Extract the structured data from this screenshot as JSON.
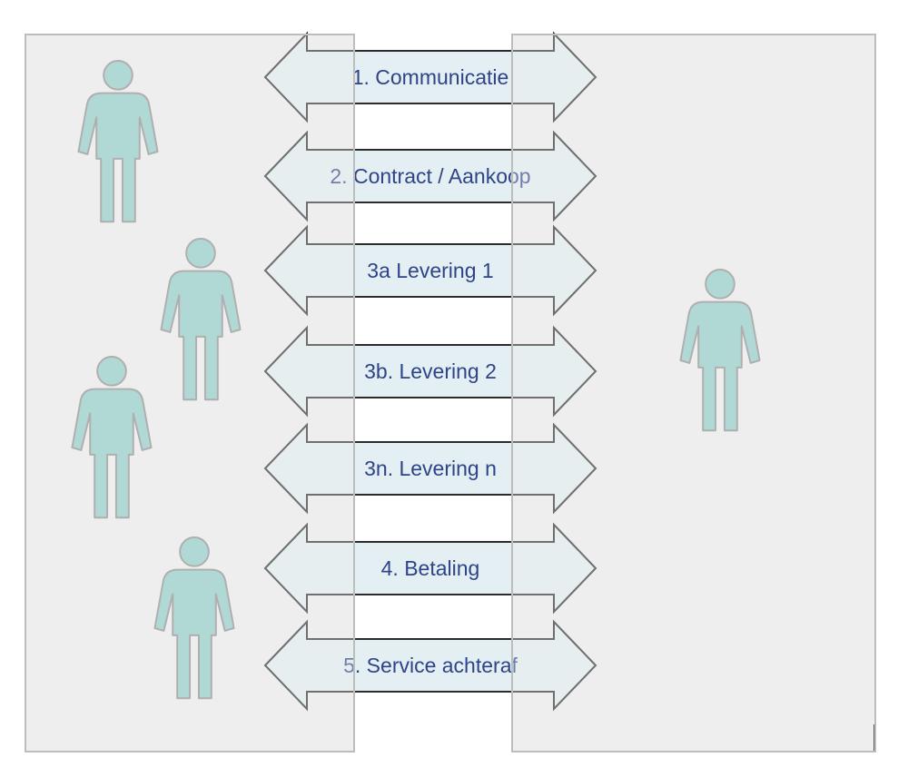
{
  "colors": {
    "panel_fill": "#efefef",
    "panel_stroke": "#bdbdbd",
    "person_fill": "#8fcdc6",
    "person_stroke": "#8e8e8e",
    "arrow_fill": "#e3eff2",
    "arrow_stroke": "#2b2b2b",
    "label_color": "#2f4488"
  },
  "panels": [
    {
      "id": "left",
      "role": "group"
    },
    {
      "id": "right",
      "role": "single"
    }
  ],
  "people_icons": [
    "person-icon",
    "person-icon",
    "person-icon",
    "person-icon",
    "person-icon"
  ],
  "arrows": [
    {
      "label": "1. Communicatie"
    },
    {
      "label": "2. Contract / Aankoop"
    },
    {
      "label": "3a Levering 1"
    },
    {
      "label": "3b. Levering 2"
    },
    {
      "label": "3n. Levering n"
    },
    {
      "label": "4. Betaling"
    },
    {
      "label": "5. Service achteraf"
    }
  ]
}
